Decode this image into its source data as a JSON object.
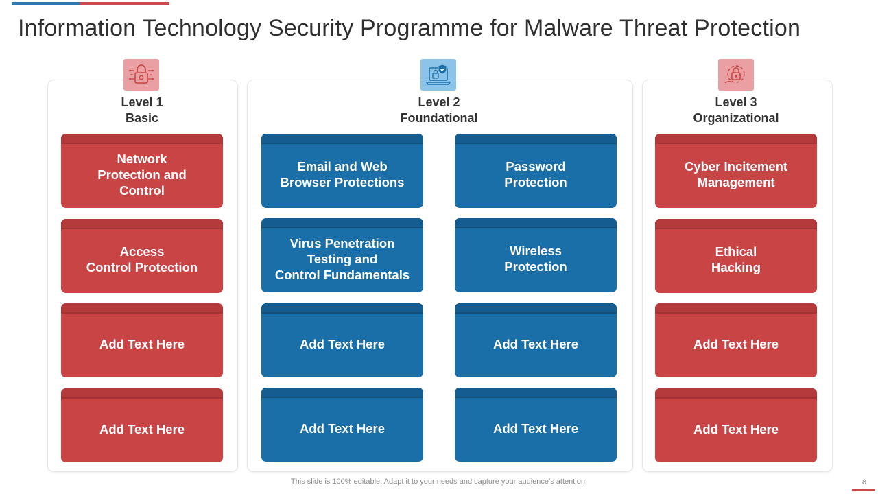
{
  "title": "Information Technology Security Programme for Malware Threat Protection",
  "colors": {
    "red": "#c94445",
    "blue": "#1a6fa9",
    "pink_icon_bg": "#eaa0a2",
    "blue_icon_bg": "#8cc3e8"
  },
  "levels": [
    {
      "icon": "padlock-circuit-icon",
      "heading": [
        "Level 1",
        "Basic"
      ],
      "cards": [
        "Network\nProtection and\nControl",
        "Access\nControl Protection",
        "Add Text Here",
        "Add Text Here"
      ]
    },
    {
      "icon": "laptop-shield-icon",
      "heading": [
        "Level 2",
        "Foundational"
      ],
      "cards_left": [
        "Email and Web\nBrowser Protections",
        "Virus Penetration\nTesting and\nControl Fundamentals",
        "Add Text Here",
        "Add Text Here"
      ],
      "cards_right": [
        "Password\nProtection",
        "Wireless\nProtection",
        "Add Text Here",
        "Add Text Here"
      ]
    },
    {
      "icon": "padlock-hand-icon",
      "heading": [
        "Level 3",
        "Organizational"
      ],
      "cards": [
        "Cyber Incitement\nManagement",
        "Ethical\nHacking",
        "Add Text Here",
        "Add Text Here"
      ]
    }
  ],
  "footer": {
    "note": "This slide is 100% editable. Adapt it to your needs and capture your audience’s attention.",
    "page": "8"
  }
}
